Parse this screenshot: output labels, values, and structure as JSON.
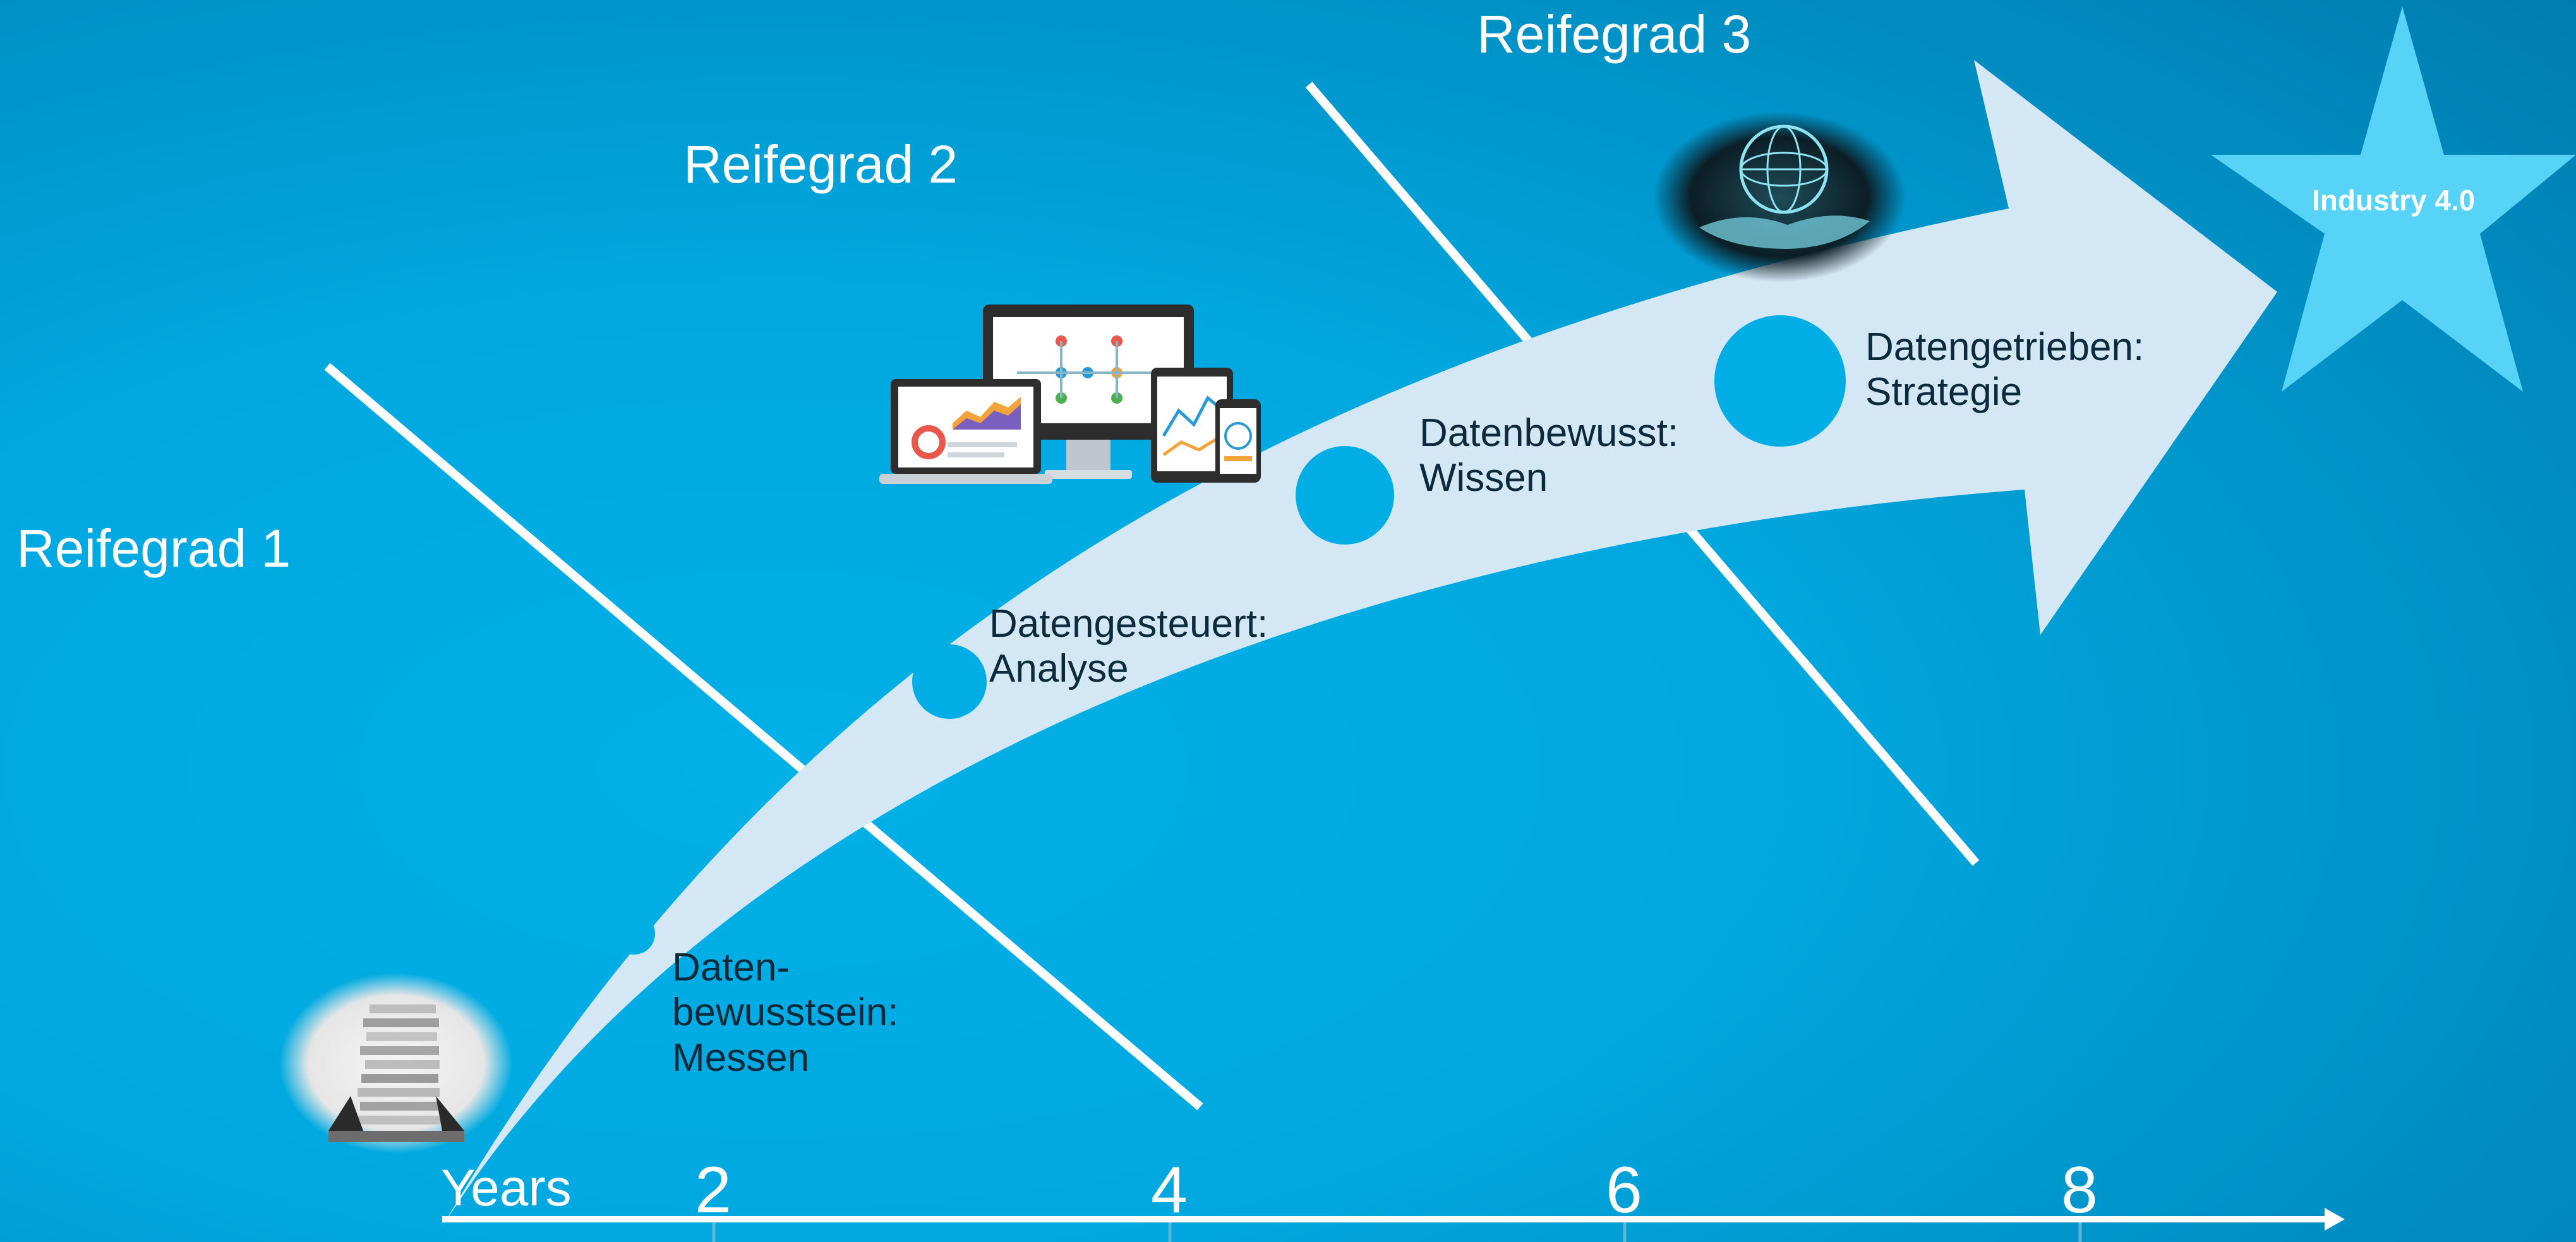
{
  "colors": {
    "bg_light": "#00b0e6",
    "bg_dark": "#0070a0",
    "arrow": "#d3e8f4",
    "node": "#00aee5",
    "star": "#56d3f7",
    "line": "#ffffff",
    "stage_text": "#0c2a3c"
  },
  "maturity_levels": [
    {
      "label": "Reifegrad 1"
    },
    {
      "label": "Reifegrad 2"
    },
    {
      "label": "Reifegrad 3"
    }
  ],
  "stages": [
    {
      "label": "Daten-\nbewusstsein:\nMessen"
    },
    {
      "label": "Datengesteuert:\nAnalyse"
    },
    {
      "label": "Datenbewusst:\nWissen"
    },
    {
      "label": "Datengetrieben:\nStrategie"
    }
  ],
  "goal": {
    "label": "Industry 4.0",
    "icon": "star-icon"
  },
  "timeline": {
    "axis_label": "Years",
    "ticks": [
      "2",
      "4",
      "6",
      "8"
    ]
  },
  "images": {
    "paper_stack": "paper-stack-image",
    "devices": "dashboard-devices-image",
    "globe_hand": "globe-in-hand-image"
  }
}
